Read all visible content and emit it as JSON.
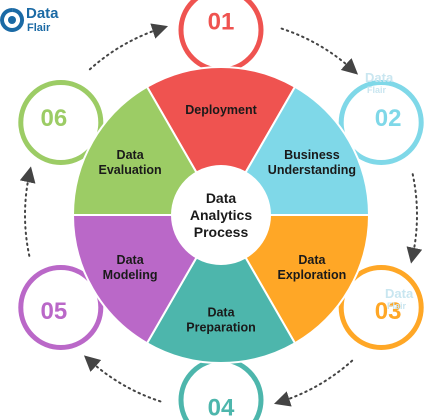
{
  "logo": {
    "word1": "Data",
    "word2": "Flair",
    "color": "#1b6aa5"
  },
  "center": {
    "lines": [
      "Data",
      "Analytics",
      "Process"
    ]
  },
  "watermark": {
    "word1": "Data",
    "word2": "Flair"
  },
  "steps": [
    {
      "number": "01",
      "lines": [
        "Deployment"
      ],
      "color": "#ef5350"
    },
    {
      "number": "02",
      "lines": [
        "Business",
        "Understanding"
      ],
      "color": "#7fd8e8"
    },
    {
      "number": "03",
      "lines": [
        "Data",
        "Exploration"
      ],
      "color": "#ffa726"
    },
    {
      "number": "04",
      "lines": [
        "Data",
        "Preparation"
      ],
      "color": "#4db6ac"
    },
    {
      "number": "05",
      "lines": [
        "Data",
        "Modeling"
      ],
      "color": "#ba68c8"
    },
    {
      "number": "06",
      "lines": [
        "Data",
        "Evaluation"
      ],
      "color": "#9ccc65"
    }
  ]
}
